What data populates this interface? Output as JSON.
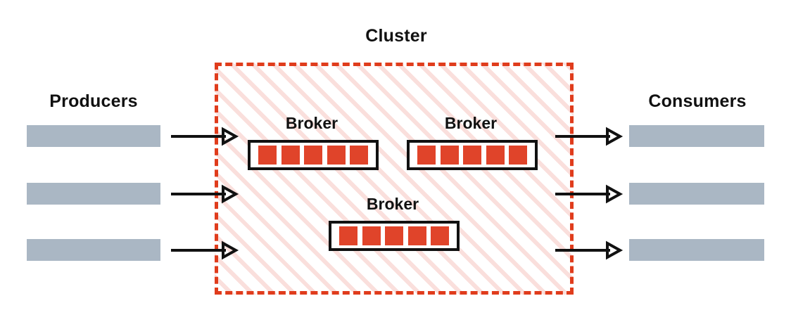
{
  "diagram": {
    "title": "Cluster",
    "producers_label": "Producers",
    "consumers_label": "Consumers",
    "broker_label": "Broker",
    "colors": {
      "accent_red": "#e0442a",
      "dashed_border": "#e03c1c",
      "hatch": "#fadfdc",
      "endpoint_bar": "#aab7c4",
      "outline": "#111111",
      "background": "#ffffff"
    },
    "producers": [
      {
        "id": "producer-1"
      },
      {
        "id": "producer-2"
      },
      {
        "id": "producer-3"
      }
    ],
    "consumers": [
      {
        "id": "consumer-1"
      },
      {
        "id": "consumer-2"
      },
      {
        "id": "consumer-3"
      }
    ],
    "brokers": [
      {
        "id": "broker-1",
        "label": "Broker",
        "partitions": 5
      },
      {
        "id": "broker-2",
        "label": "Broker",
        "partitions": 5
      },
      {
        "id": "broker-3",
        "label": "Broker",
        "partitions": 5
      }
    ],
    "producer_arrows": [
      {
        "id": "producer-arrow-1"
      },
      {
        "id": "producer-arrow-2"
      },
      {
        "id": "producer-arrow-3"
      }
    ],
    "consumer_arrows": [
      {
        "id": "consumer-arrow-1"
      },
      {
        "id": "consumer-arrow-2"
      },
      {
        "id": "consumer-arrow-3"
      }
    ]
  }
}
